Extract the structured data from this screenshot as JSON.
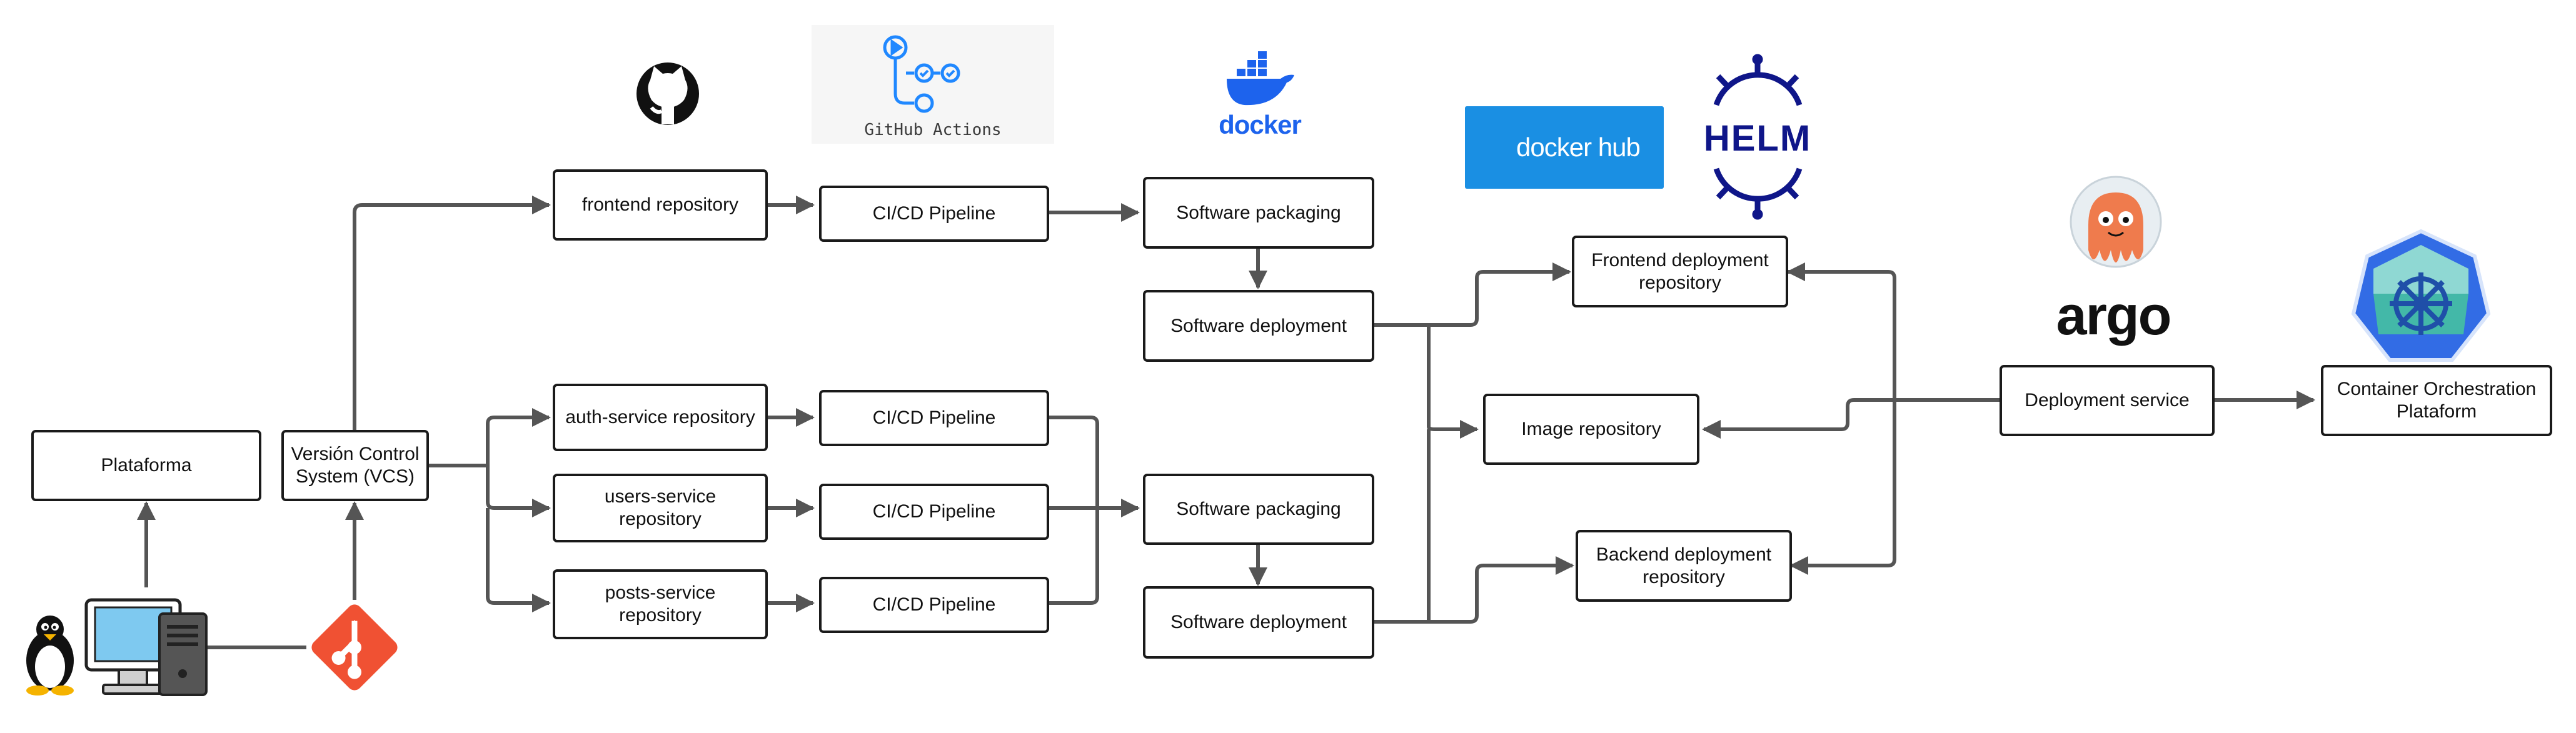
{
  "nodes": {
    "plataform": "Plataforma",
    "vcs": "Versión Control\nSystem (VCS)",
    "frontend_repo": "frontend repository",
    "auth_repo": "auth-service repository",
    "users_repo": "users-service repository",
    "posts_repo": "posts-service repository",
    "cicd_frontend": "CI/CD Pipeline",
    "cicd_auth": "CI/CD Pipeline",
    "cicd_users": "CI/CD Pipeline",
    "cicd_posts": "CI/CD Pipeline",
    "packaging_frontend": "Software packaging",
    "deployment_frontend": "Software deployment",
    "packaging_backend": "Software packaging",
    "deployment_backend": "Software deployment",
    "frontend_deploy_repo": "Frontend deployment\nrepository",
    "image_repo": "Image repository",
    "backend_deploy_repo": "Backend deployment\nrepository",
    "deployment_service": "Deployment service",
    "orchestration": "Container Orchestration\nPlataform"
  },
  "logos": {
    "github_actions": "GitHub Actions",
    "docker": "docker",
    "dockerhub": "docker hub",
    "helm": "HELM",
    "argo": "argo"
  },
  "icons": {
    "linux": "linux-tux-icon",
    "computer": "desktop-computer-icon",
    "git": "git-icon",
    "github": "github-octocat-icon",
    "github_actions": "github-actions-icon",
    "docker": "docker-whale-icon",
    "dockerhub": "dockerhub-icon",
    "helm": "helm-wheel-icon",
    "argo": "argo-octopus-icon",
    "kubernetes": "kubernetes-icon"
  },
  "colors": {
    "connector": "#555555",
    "box_border": "#1a1a1a",
    "git": "#f05133",
    "docker": "#1d63ed",
    "dockerhub": "#1a8fe3",
    "helm": "#0f1689",
    "argo": "#ef7b4d",
    "kubernetes": "#326ce5",
    "github_actions": "#2088ff"
  }
}
